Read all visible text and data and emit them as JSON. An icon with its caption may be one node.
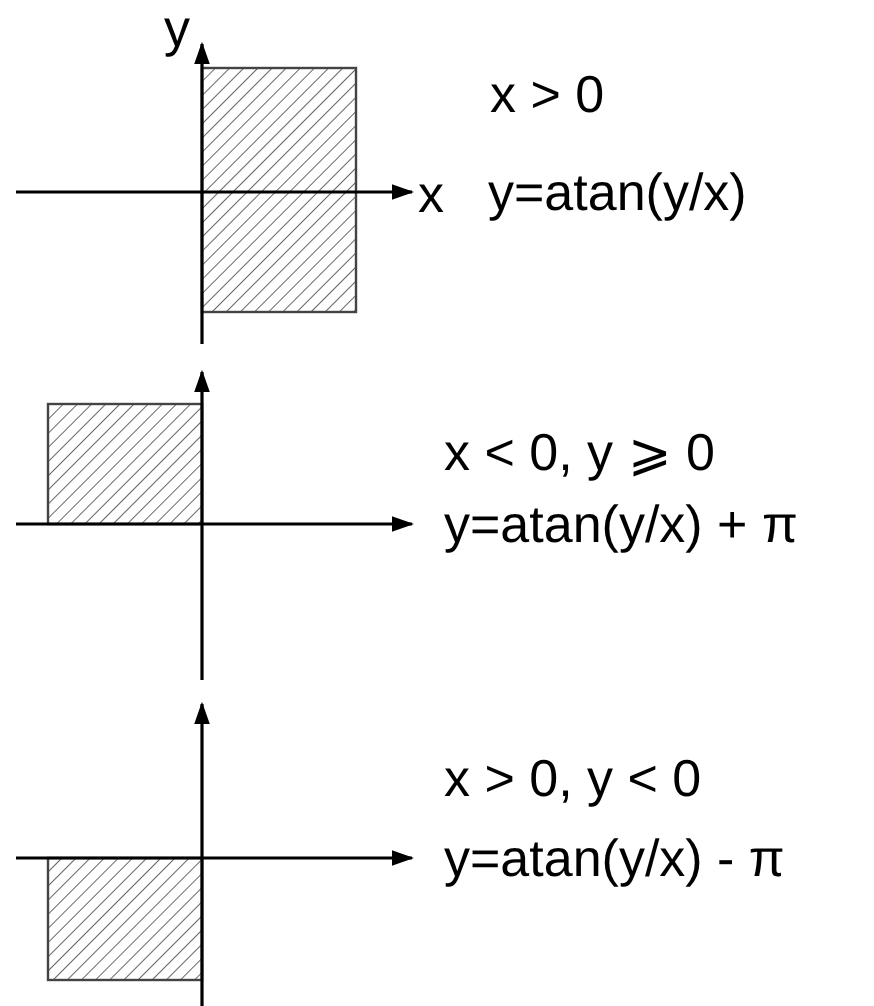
{
  "diagram": {
    "labels": [
      "y",
      "x",
      "x > 0",
      "y=atan(y/x)",
      "x < 0, y ⩾ 0",
      "y=atan(y/x) + π",
      "x > 0, y < 0",
      "y=atan(y/x) - π"
    ]
  }
}
